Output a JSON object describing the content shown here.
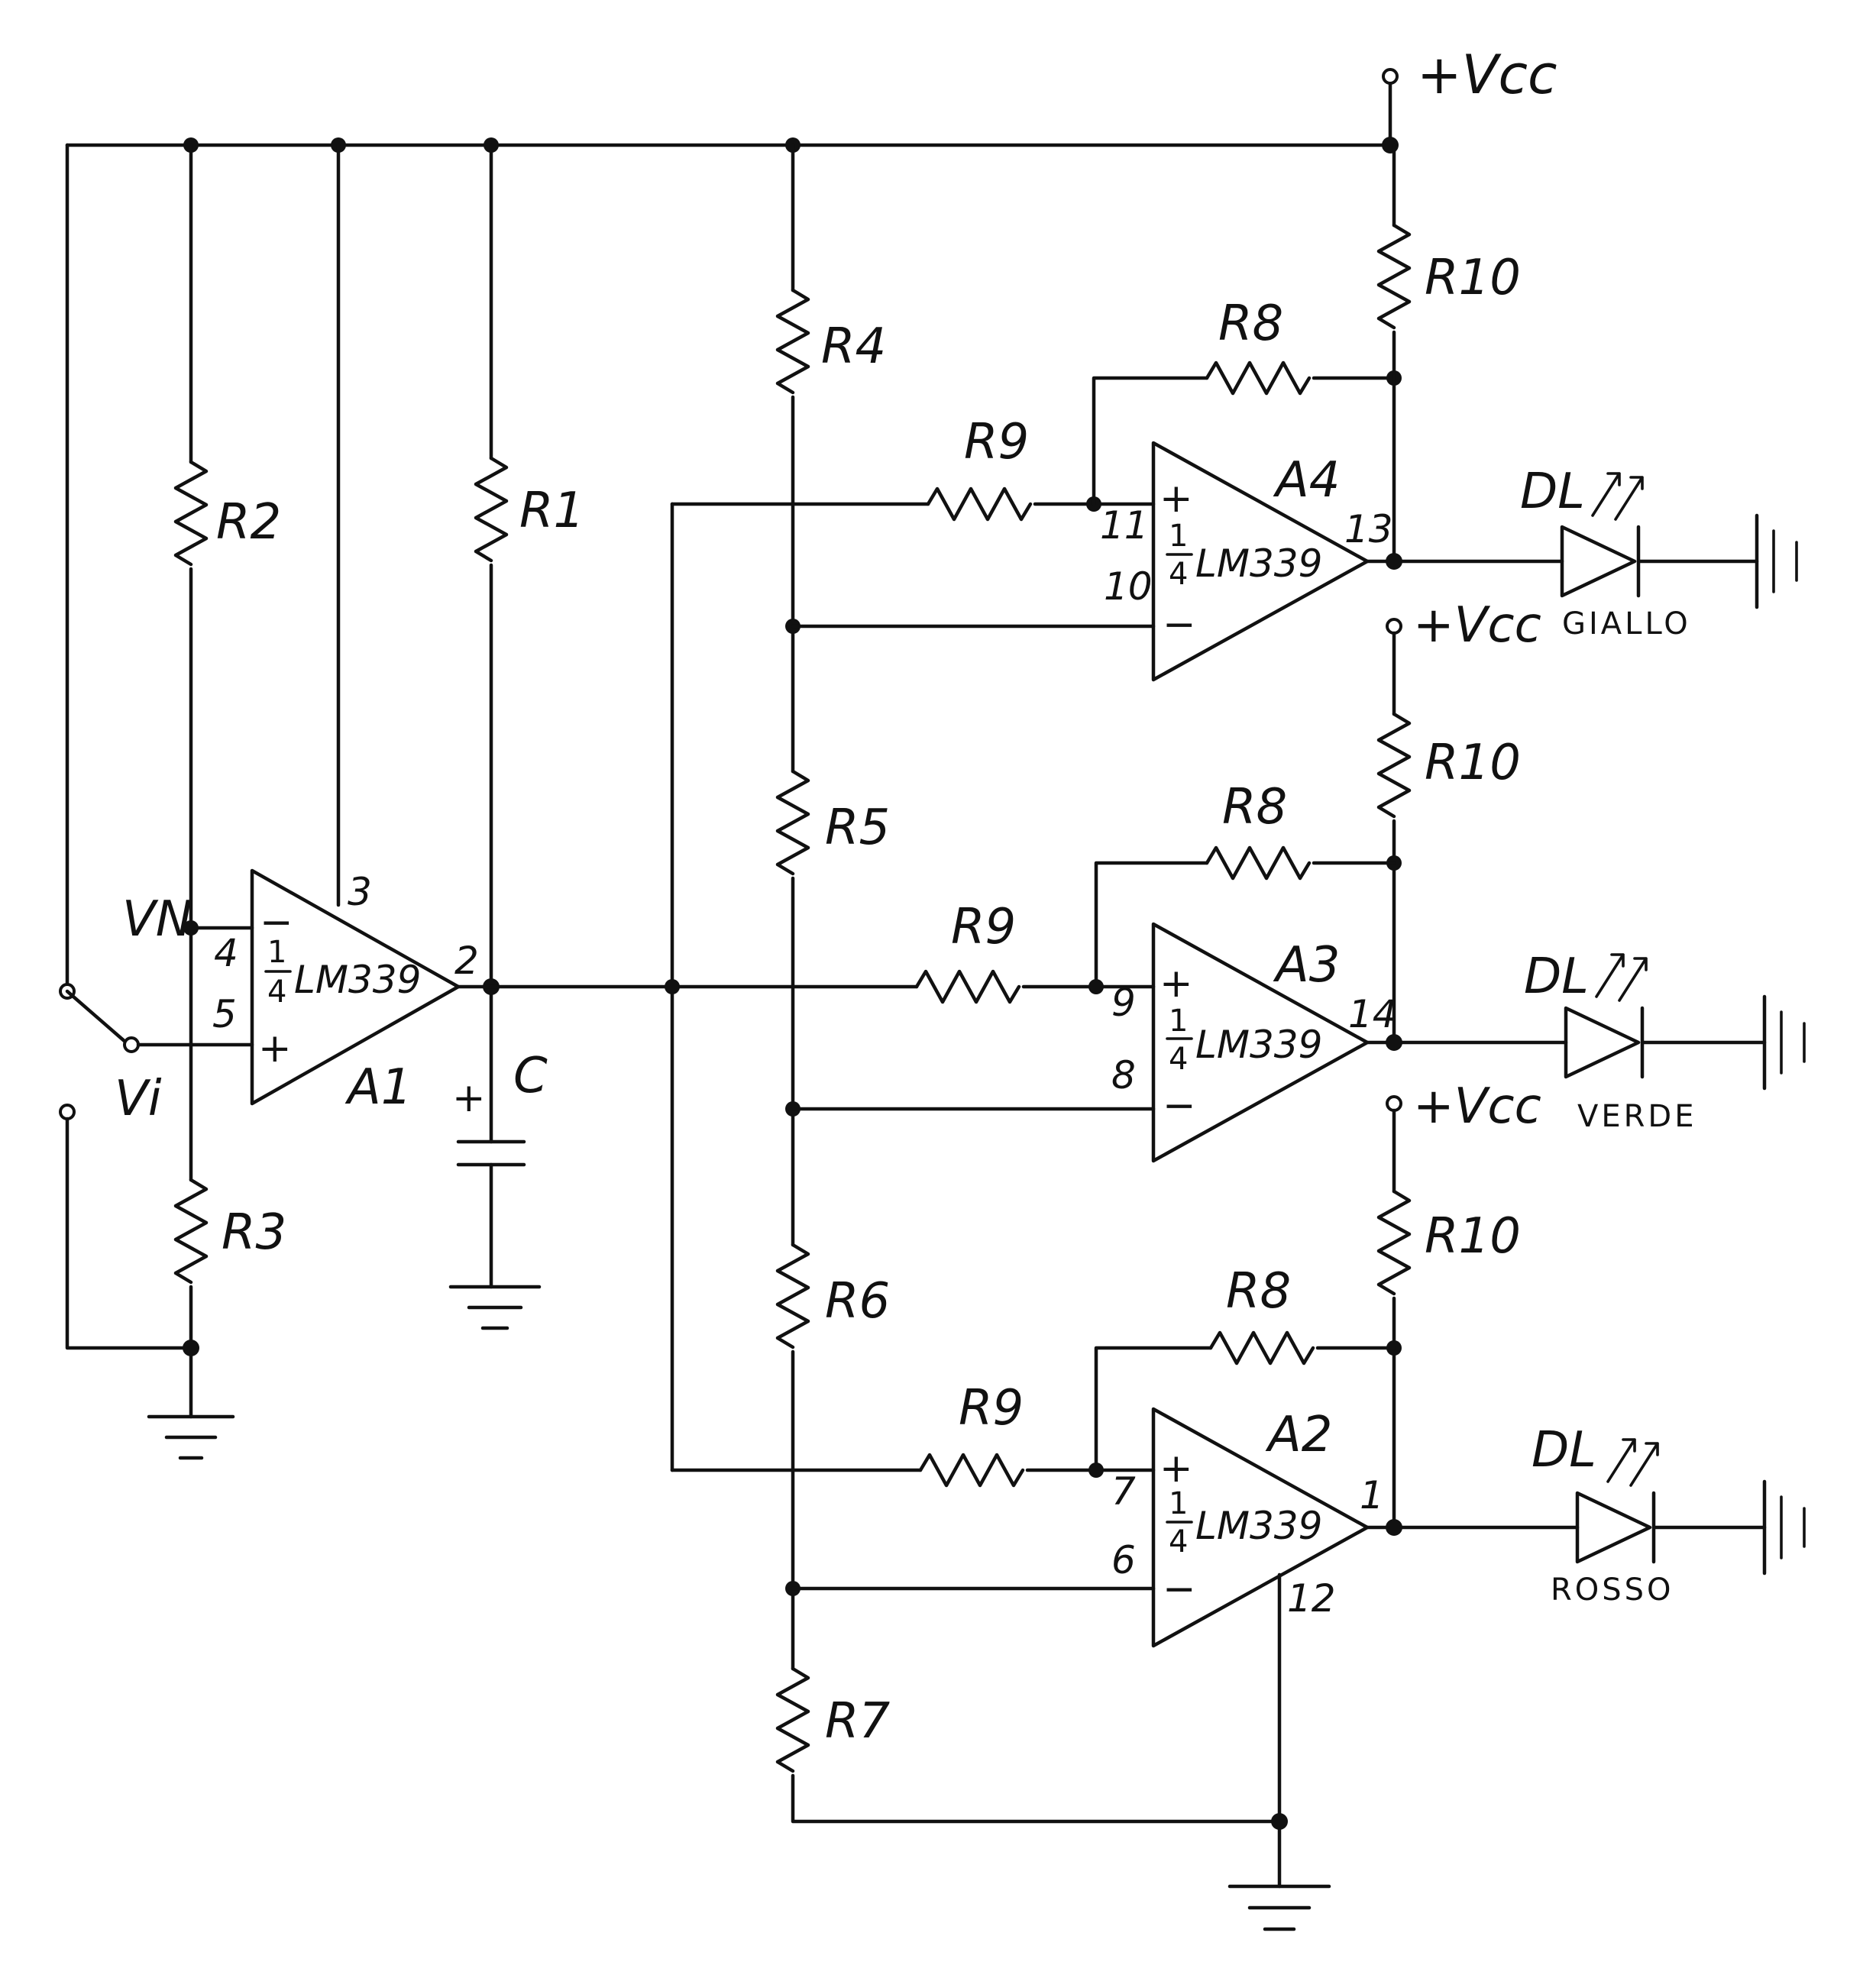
{
  "supply_label": "+Vcc",
  "resistors": {
    "r1": "R1",
    "r2": "R2",
    "r3": "R3",
    "r4": "R4",
    "r5": "R5",
    "r6": "R6",
    "r7": "R7",
    "r8": "R8",
    "r9": "R9",
    "r10": "R10"
  },
  "capacitor": {
    "label": "C",
    "polarity": "+"
  },
  "input": {
    "vn": "VN",
    "vi": "Vi"
  },
  "chip_label": "LM339",
  "fraction": {
    "num": "1",
    "den": "4"
  },
  "signs": {
    "minus": "−",
    "plus": "+"
  },
  "comparators": [
    {
      "name": "A1",
      "pins": {
        "minus": "4",
        "plus": "5",
        "out": "2",
        "supply": "3"
      }
    },
    {
      "name": "A4",
      "pins": {
        "plus": "11",
        "minus": "10",
        "out": "13"
      }
    },
    {
      "name": "A3",
      "pins": {
        "plus": "9",
        "minus": "8",
        "out": "14"
      }
    },
    {
      "name": "A2",
      "pins": {
        "plus": "7",
        "minus": "6",
        "out": "1",
        "ground": "12"
      }
    }
  ],
  "leds": [
    {
      "label": "DL",
      "color_name": "GIALLO"
    },
    {
      "label": "DL",
      "color_name": "VERDE"
    },
    {
      "label": "DL",
      "color_name": "ROSSO"
    }
  ]
}
